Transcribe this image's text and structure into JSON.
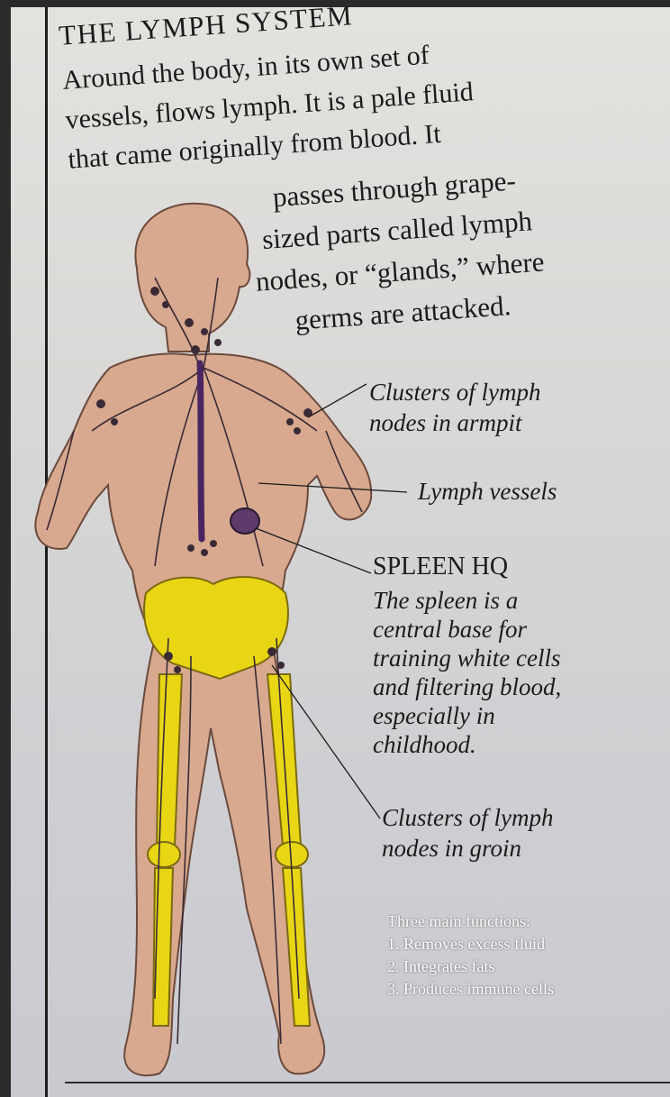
{
  "title": "THE LYMPH SYSTEM",
  "intro_lines": [
    "Around the body, in its own set of",
    "vessels, flows lymph. It is a pale fluid",
    "that came originally from blood. It"
  ],
  "intro_lines_2": [
    "passes through grape-",
    "sized parts called lymph",
    "nodes, or “glands,” where",
    "germs are attacked."
  ],
  "labels": {
    "armpit": [
      "Clusters of lymph",
      "nodes in armpit"
    ],
    "vessels": "Lymph vessels",
    "spleen_title": "SPLEEN HQ",
    "spleen_desc": [
      "The spleen is a",
      "central base for",
      "training white cells",
      "and filtering blood,",
      "especially in",
      "childhood."
    ],
    "groin": [
      "Clusters of lymph",
      "nodes in groin"
    ]
  },
  "functions": {
    "heading": "Three main functions:",
    "items": [
      "1. Removes excess fluid",
      "2. Integrates fats",
      "3. Produces immune cells"
    ]
  },
  "colors": {
    "skin": "#d8a98f",
    "bone": "#e8d615",
    "vessel": "#3a2a35",
    "spleen": "#5e3b6a",
    "thoracic_duct": "#4a2560"
  }
}
